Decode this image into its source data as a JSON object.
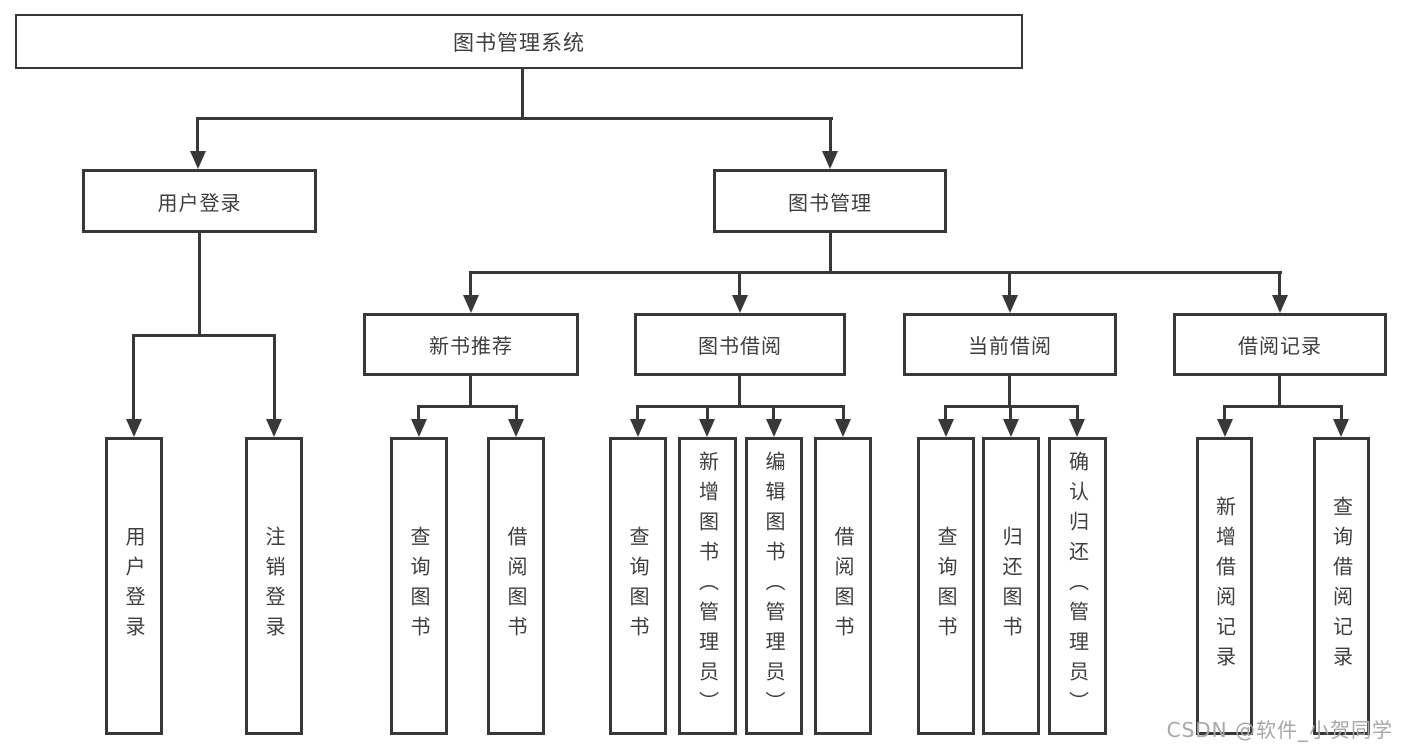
{
  "colors": {
    "line": "#383838",
    "text": "#3e3e3e",
    "watermark": "#a7a7a9",
    "background": "#ffffff"
  },
  "tree": {
    "root": {
      "label": "图书管理系统"
    },
    "level2": [
      {
        "label": "用户登录"
      },
      {
        "label": "图书管理"
      }
    ],
    "level3": [
      {
        "label": "新书推荐",
        "parent": "图书管理"
      },
      {
        "label": "图书借阅",
        "parent": "图书管理"
      },
      {
        "label": "当前借阅",
        "parent": "图书管理"
      },
      {
        "label": "借阅记录",
        "parent": "图书管理"
      }
    ],
    "leaves": [
      {
        "label": "用户登录",
        "parent": "用户登录"
      },
      {
        "label": "注销登录",
        "parent": "用户登录"
      },
      {
        "label": "查询图书",
        "parent": "新书推荐"
      },
      {
        "label": "借阅图书",
        "parent": "新书推荐"
      },
      {
        "label": "查询图书",
        "parent": "图书借阅"
      },
      {
        "label": "新增图书（管理员）",
        "parent": "图书借阅"
      },
      {
        "label": "编辑图书（管理员）",
        "parent": "图书借阅"
      },
      {
        "label": "借阅图书",
        "parent": "图书借阅"
      },
      {
        "label": "查询图书",
        "parent": "当前借阅"
      },
      {
        "label": "归还图书",
        "parent": "当前借阅"
      },
      {
        "label": "确认归还（管理员）",
        "parent": "当前借阅"
      },
      {
        "label": "新增借阅记录",
        "parent": "借阅记录"
      },
      {
        "label": "查询借阅记录",
        "parent": "借阅记录"
      }
    ]
  },
  "watermark": {
    "text": "CSDN @软件_小贺同学"
  }
}
